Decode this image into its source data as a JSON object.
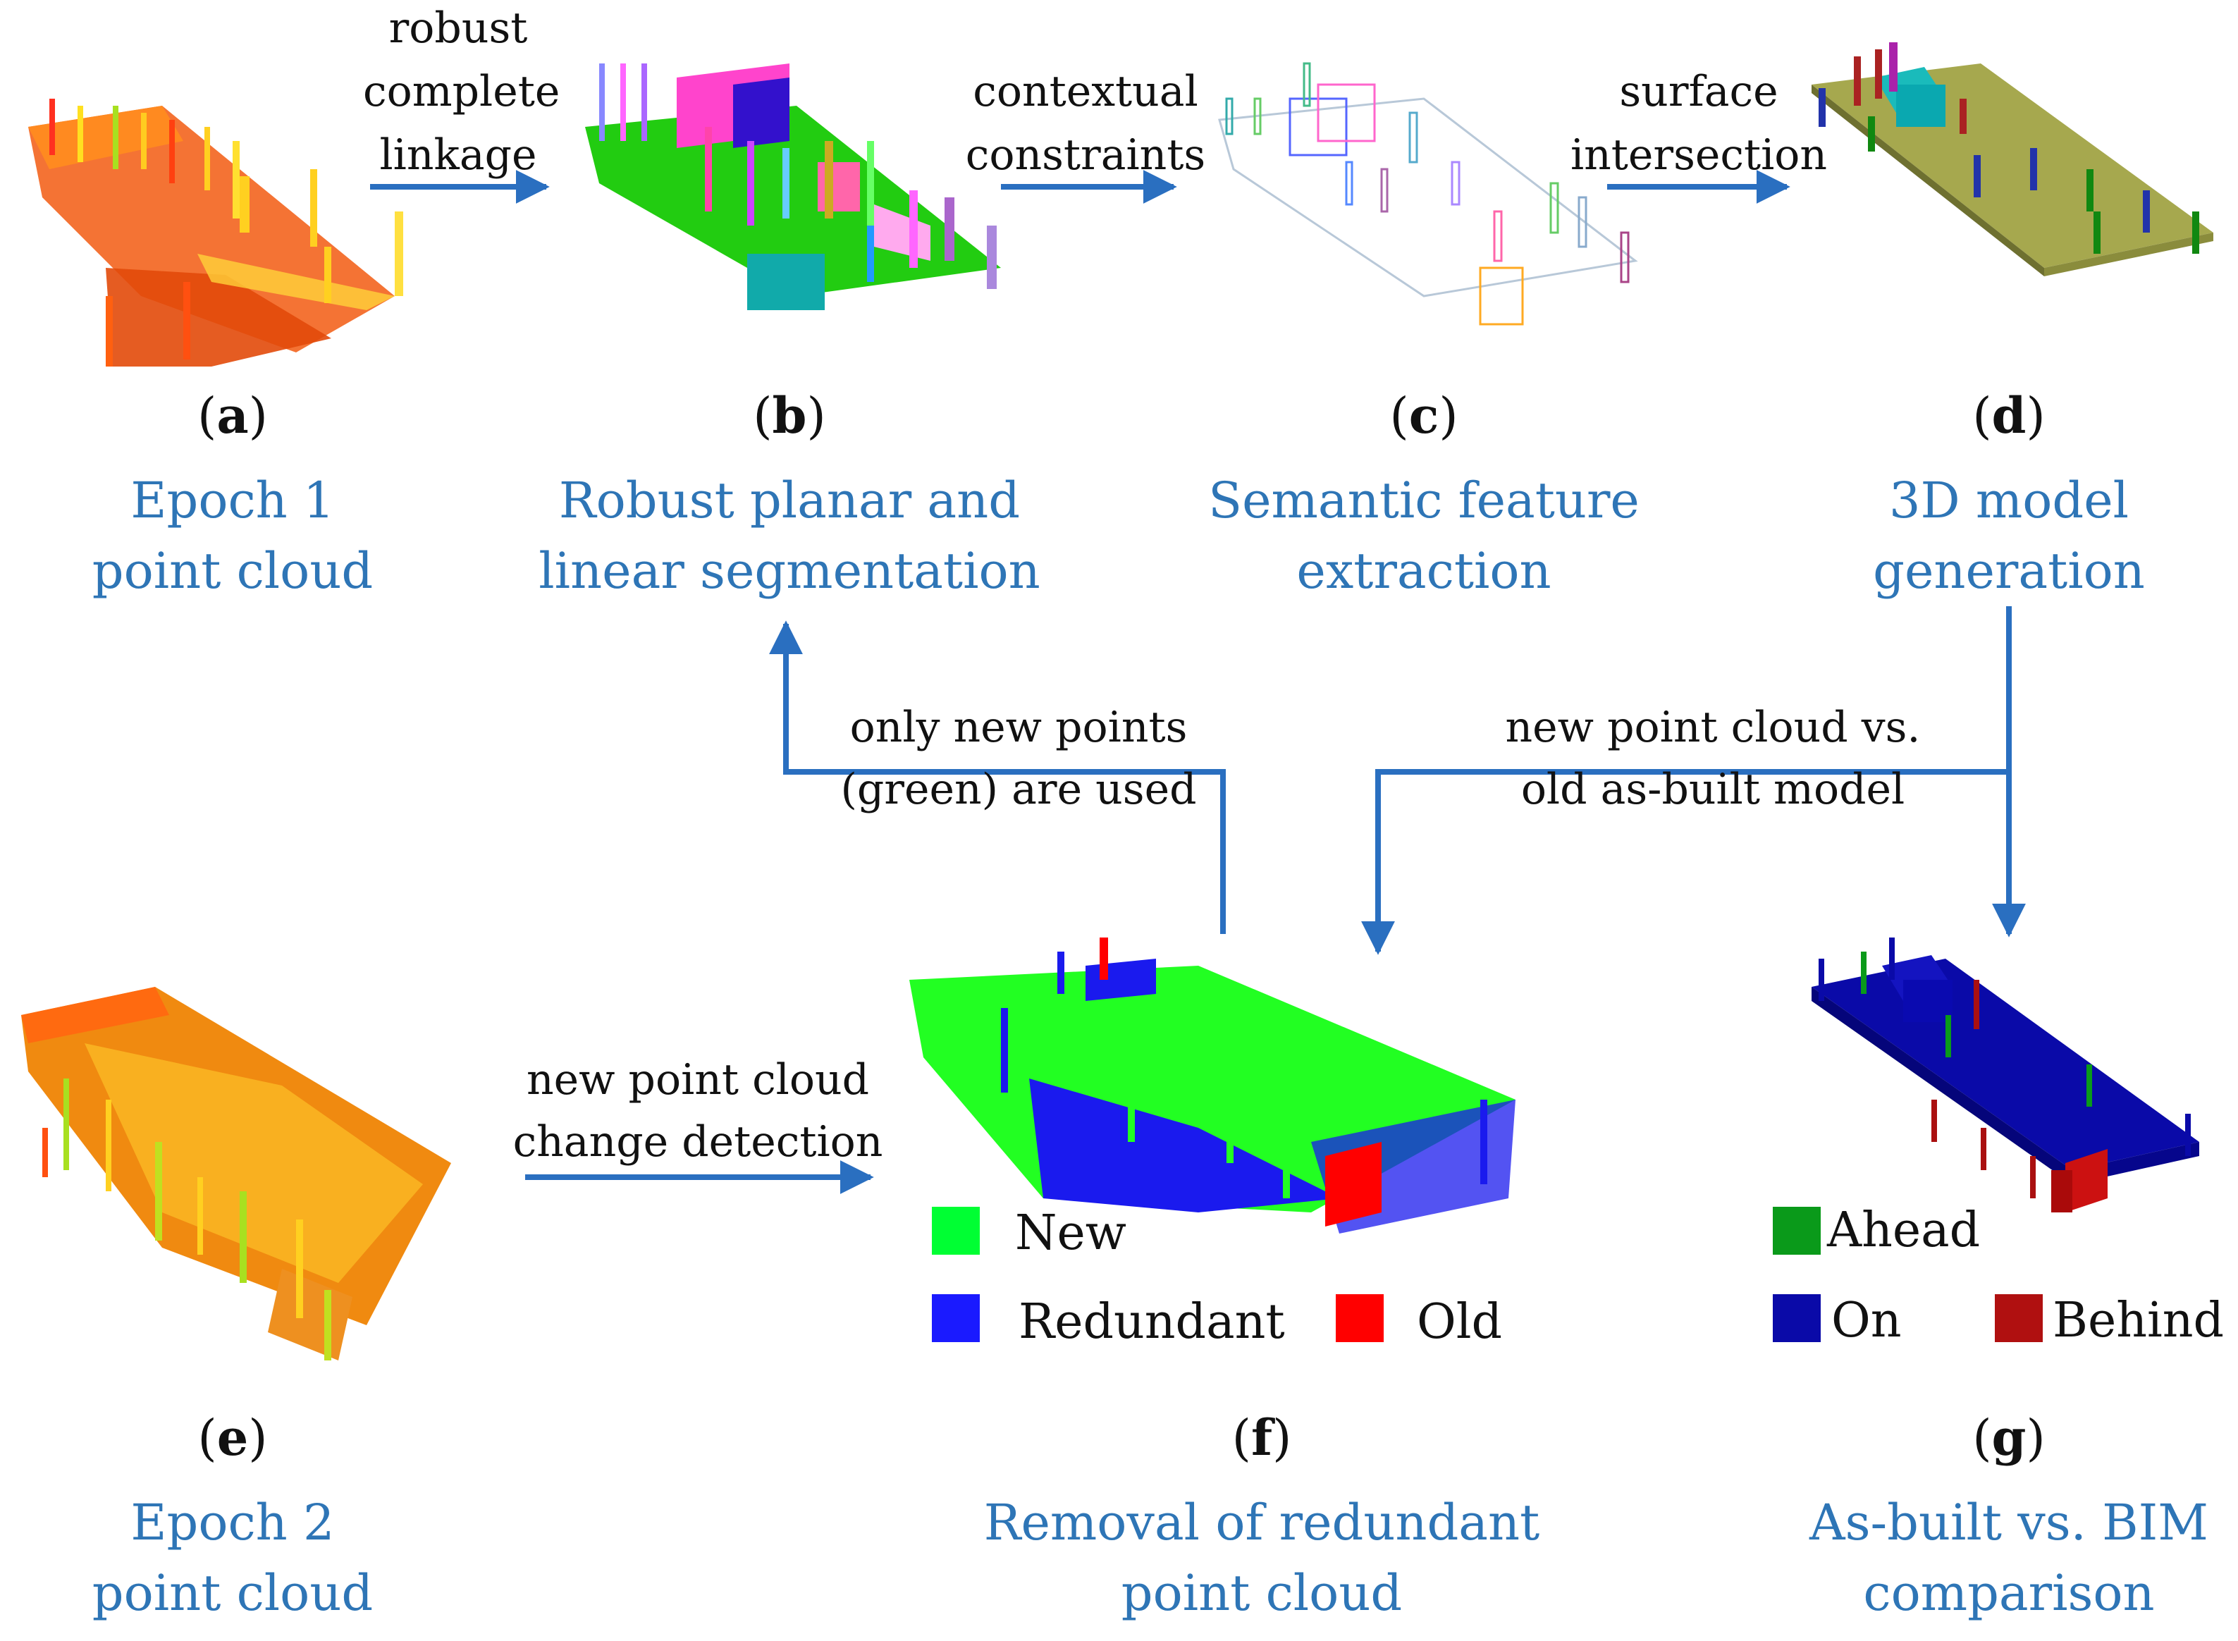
{
  "colors": {
    "arrow": "#2a6fc0",
    "caption": "#2e75b6",
    "legend_new": "#00ff33",
    "legend_redundant": "#1a1aff",
    "legend_old": "#ff0000",
    "legend_ahead": "#0a9a1a",
    "legend_on": "#0a0aa8",
    "legend_behind": "#b01010"
  },
  "panels": [
    {
      "letter": "a",
      "caption_line1": "Epoch 1",
      "caption_line2": "point cloud"
    },
    {
      "letter": "b",
      "caption_line1": "Robust planar and",
      "caption_line2": "linear segmentation"
    },
    {
      "letter": "c",
      "caption_line1": "Semantic feature",
      "caption_line2": "extraction"
    },
    {
      "letter": "d",
      "caption_line1": "3D model",
      "caption_line2": "generation"
    },
    {
      "letter": "e",
      "caption_line1": "Epoch 2",
      "caption_line2": "point cloud"
    },
    {
      "letter": "f",
      "caption_line1": "Removal of redundant",
      "caption_line2": "point cloud"
    },
    {
      "letter": "g",
      "caption_line1": "As-built vs. BIM",
      "caption_line2": "comparison"
    }
  ],
  "arrows": {
    "ab": [
      "robust",
      "complete",
      "linkage"
    ],
    "bc": [
      "contextual",
      "constraints"
    ],
    "cd": [
      "surface",
      "intersection"
    ],
    "fb": [
      "only new points",
      "(green) are used"
    ],
    "df": [
      "new point cloud vs.",
      "old as-built model"
    ],
    "ef": [
      "new point cloud",
      "change detection"
    ]
  },
  "legend_f": {
    "new": "New",
    "redundant": "Redundant",
    "old": "Old"
  },
  "legend_g": {
    "ahead": "Ahead",
    "on": "On",
    "behind": "Behind"
  }
}
